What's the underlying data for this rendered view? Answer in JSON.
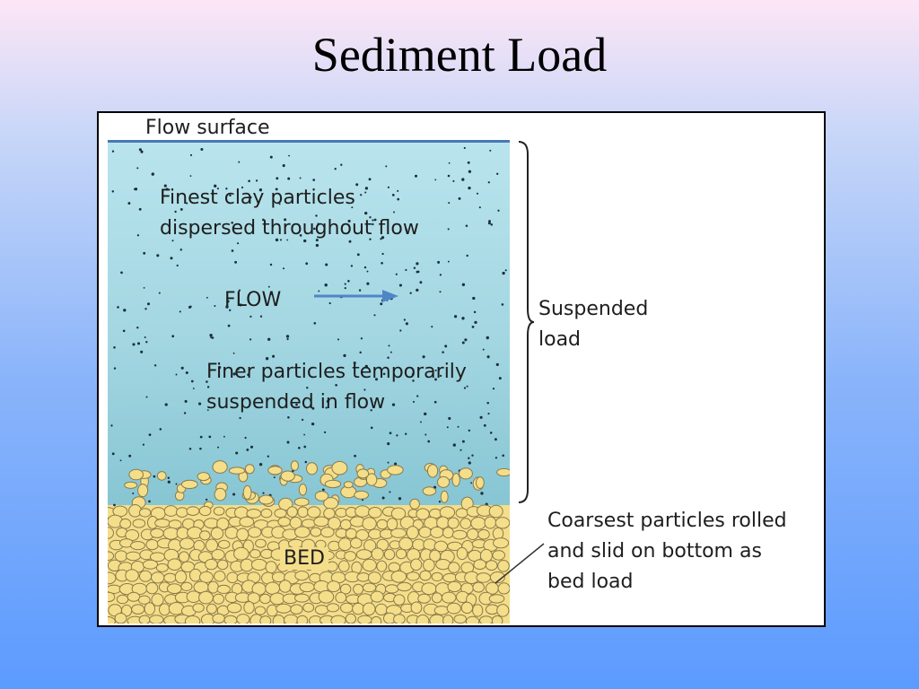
{
  "slide": {
    "title": "Sediment Load"
  },
  "diagram": {
    "flow_surface_label": "Flow surface",
    "finest_line1": "Finest clay particles",
    "finest_line2": "dispersed throughout flow",
    "flow_label": "FLOW",
    "finer_line1": "Finer particles temporarily",
    "finer_line2": "suspended in flow",
    "suspended_line1": "Suspended",
    "suspended_line2": "load",
    "coarsest_line1": "Coarsest particles rolled",
    "coarsest_line2": "and slid on bottom as",
    "coarsest_line3": "bed load",
    "bed_label": "BED"
  },
  "colors": {
    "water_top": "#b9e4ed",
    "water_bottom": "#86c5d3",
    "surface_line": "#4a78b4",
    "flow_arrow": "#4f86c6",
    "sediment": "#f5de8a",
    "particle_outline": "#8a7a4a"
  }
}
